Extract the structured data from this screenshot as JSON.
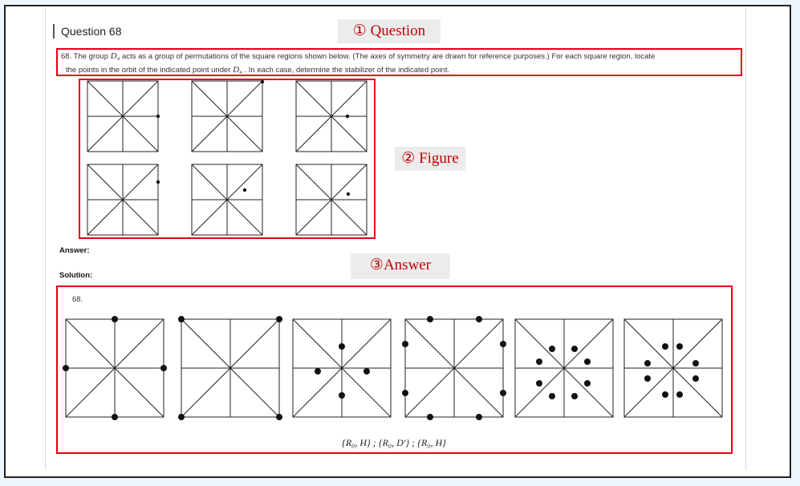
{
  "question": {
    "title": "Question 68",
    "text_before_1": "68. The group ",
    "group_symbol": "D₄",
    "text_after_1": " acts as a group of permutations of the square regions shown below. (The axes of symmetry are drawn for reference purposes.) For each square region, locate",
    "text_before_2": "the points in the orbit of the indicated point under ",
    "text_after_2": " . In each case, determine the stabilizer of the indicated point."
  },
  "callouts": {
    "question": "① Question",
    "figure": "② Figure",
    "answer": "③Answer"
  },
  "labels": {
    "answer": "Answer:",
    "solution": "Solution:",
    "solution_number": "68."
  },
  "stabilizers": "{R₀, H} ; {R₀, D′} ; {R₀, H}",
  "figure_points": [
    "edge-right-middle",
    "corner-top-right",
    "inner-horizontal-axis",
    "edge-right-upper",
    "interior-generic",
    "interior-generic-lower"
  ],
  "answer_orbits": [
    "edge-midpoints",
    "corners",
    "axis-points",
    "edge-pairs",
    "interior-8-points",
    "interior-8-points"
  ]
}
